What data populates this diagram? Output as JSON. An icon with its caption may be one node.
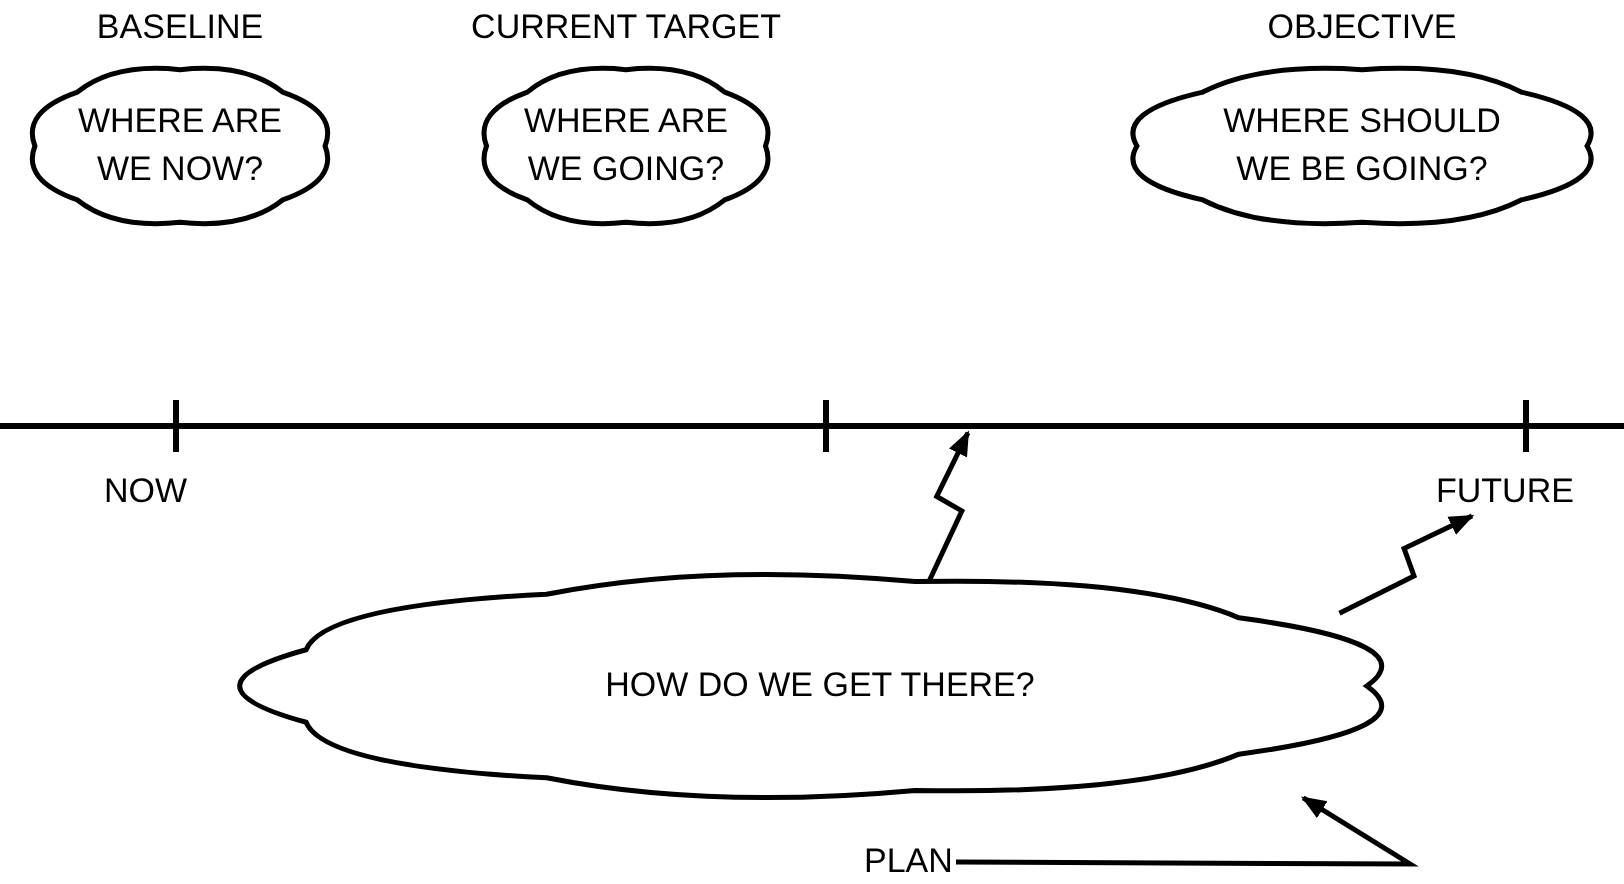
{
  "diagram": {
    "nodes": [
      {
        "text": [
          "BASELINE",
          "WHERE ARE WE NOW?"
        ]
      },
      {
        "text": [
          "CURRENT TARGET",
          "WHERE ARE WE GOING?"
        ]
      },
      {
        "text": [
          "OBJECTIVE",
          "WHERE SHOULD WE BE GOING?"
        ]
      },
      {
        "text": [
          "HOW DO WE GET THERE?"
        ]
      },
      {
        "text": [
          "PLAN"
        ]
      },
      {
        "text": [],
        "shape": "line"
      },
      {
        "text": [
          "FUTURE"
        ]
      }
    ],
    "edges": [
      {
        "from": 3,
        "to": 5,
        "arrow": "to"
      },
      {
        "from": 3,
        "to": 6,
        "arrow": "to"
      },
      {
        "from": 4,
        "to": 3,
        "arrow": "to"
      }
    ],
    "labels": [
      "NOW"
    ]
  }
}
